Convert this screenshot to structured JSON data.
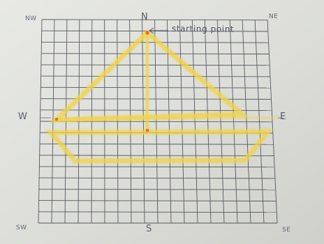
{
  "labels": {
    "nw": "NW",
    "n": "N",
    "ne": "NE",
    "w": "W",
    "e": "E",
    "sw": "SW",
    "s": "S",
    "se": "SE",
    "start": "starting point"
  },
  "colors": {
    "paper": "#d8d9d4",
    "grid": "#2f3340",
    "highlighter": "#f4d84b",
    "pencil": "#4a4f63",
    "dot": "#e36f16"
  }
}
